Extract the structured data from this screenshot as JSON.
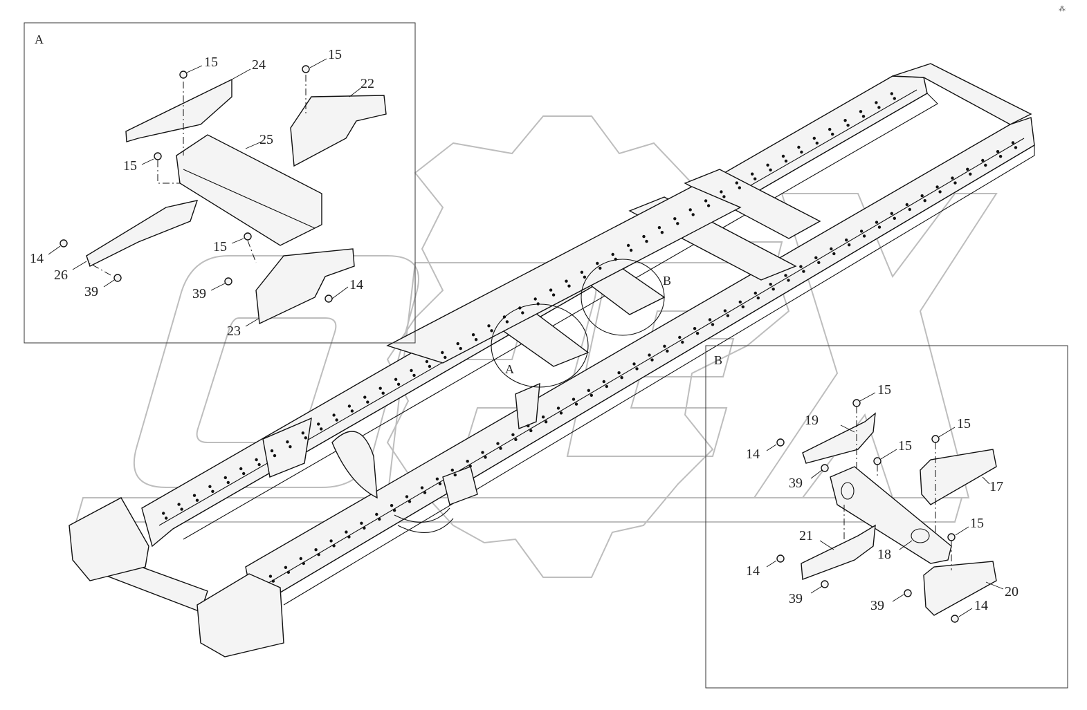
{
  "corner_mark": "⁂",
  "detail_a": {
    "label": "A",
    "callouts": [
      {
        "id": "a15-1",
        "text": "15"
      },
      {
        "id": "a24",
        "text": "24"
      },
      {
        "id": "a15-2",
        "text": "15"
      },
      {
        "id": "a22",
        "text": "22"
      },
      {
        "id": "a25",
        "text": "25"
      },
      {
        "id": "a15-3",
        "text": "15"
      },
      {
        "id": "a14-1",
        "text": "14"
      },
      {
        "id": "a26",
        "text": "26"
      },
      {
        "id": "a39-1",
        "text": "39"
      },
      {
        "id": "a15-4",
        "text": "15"
      },
      {
        "id": "a39-2",
        "text": "39"
      },
      {
        "id": "a14-2",
        "text": "14"
      },
      {
        "id": "a23",
        "text": "23"
      }
    ]
  },
  "detail_b": {
    "label": "B",
    "callouts": [
      {
        "id": "b15-1",
        "text": "15"
      },
      {
        "id": "b19",
        "text": "19"
      },
      {
        "id": "b15-2",
        "text": "15"
      },
      {
        "id": "b15-3",
        "text": "15"
      },
      {
        "id": "b14-1",
        "text": "14"
      },
      {
        "id": "b39-1",
        "text": "39"
      },
      {
        "id": "b17",
        "text": "17"
      },
      {
        "id": "b15-4",
        "text": "15"
      },
      {
        "id": "b21",
        "text": "21"
      },
      {
        "id": "b18",
        "text": "18"
      },
      {
        "id": "b14-2",
        "text": "14"
      },
      {
        "id": "b20",
        "text": "20"
      },
      {
        "id": "b39-2",
        "text": "39"
      },
      {
        "id": "b14-3",
        "text": "14"
      },
      {
        "id": "b39-3",
        "text": "39"
      }
    ]
  },
  "main_view": {
    "ref_a": "A",
    "ref_b": "B"
  },
  "watermark": {
    "text": "OPEX",
    "color": "#bdbdbd"
  }
}
